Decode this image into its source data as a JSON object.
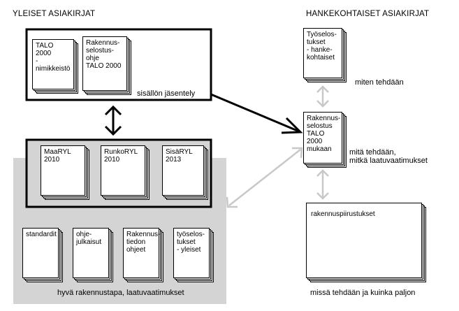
{
  "headings": {
    "left": "YLEISET ASIAKIRJAT",
    "right": "HANKEKOHTAISET ASIAKIRJAT"
  },
  "docs": {
    "nimikkeisto": "TALO 2000\n-nimikkeistö",
    "selostusohje": "Rakennus-\nselostus-\nohje\nTALO 2000",
    "maaryl": "MaaRYL\n2010",
    "runkoryl": "RunkoRYL\n2010",
    "sisaryl": "SisäRYL\n2013",
    "standardit": "standardit",
    "ohjejulkaisut": "ohje-\njulkaisut",
    "rakennustieto": "Rakennus-\ntiedon\nohjeet",
    "tyoselostukset_yleiset": "työselos-\ntukset\n- yleiset",
    "tyoselostukset_hanke": "Työselos-\ntukset\n- hanke-\nkohtaiset",
    "rakennusselostus": "Rakennus-\nselostus\nTALO 2000\nmukaan",
    "piirustukset": "rakennuspiirustukset"
  },
  "labels": {
    "jasentely": "sisällön jäsentely",
    "hyva_tapa": "hyvä rakennustapa, laatuvaatimukset",
    "miten": "miten tehdään",
    "mita": "mitä tehdään,\nmitkä laatuvaatimukset",
    "missa": "missä tehdään ja kuinka paljon"
  },
  "colors": {
    "panel": "#d4d4d4",
    "arrow_gray": "#c8c8c8",
    "ink": "#000000"
  }
}
